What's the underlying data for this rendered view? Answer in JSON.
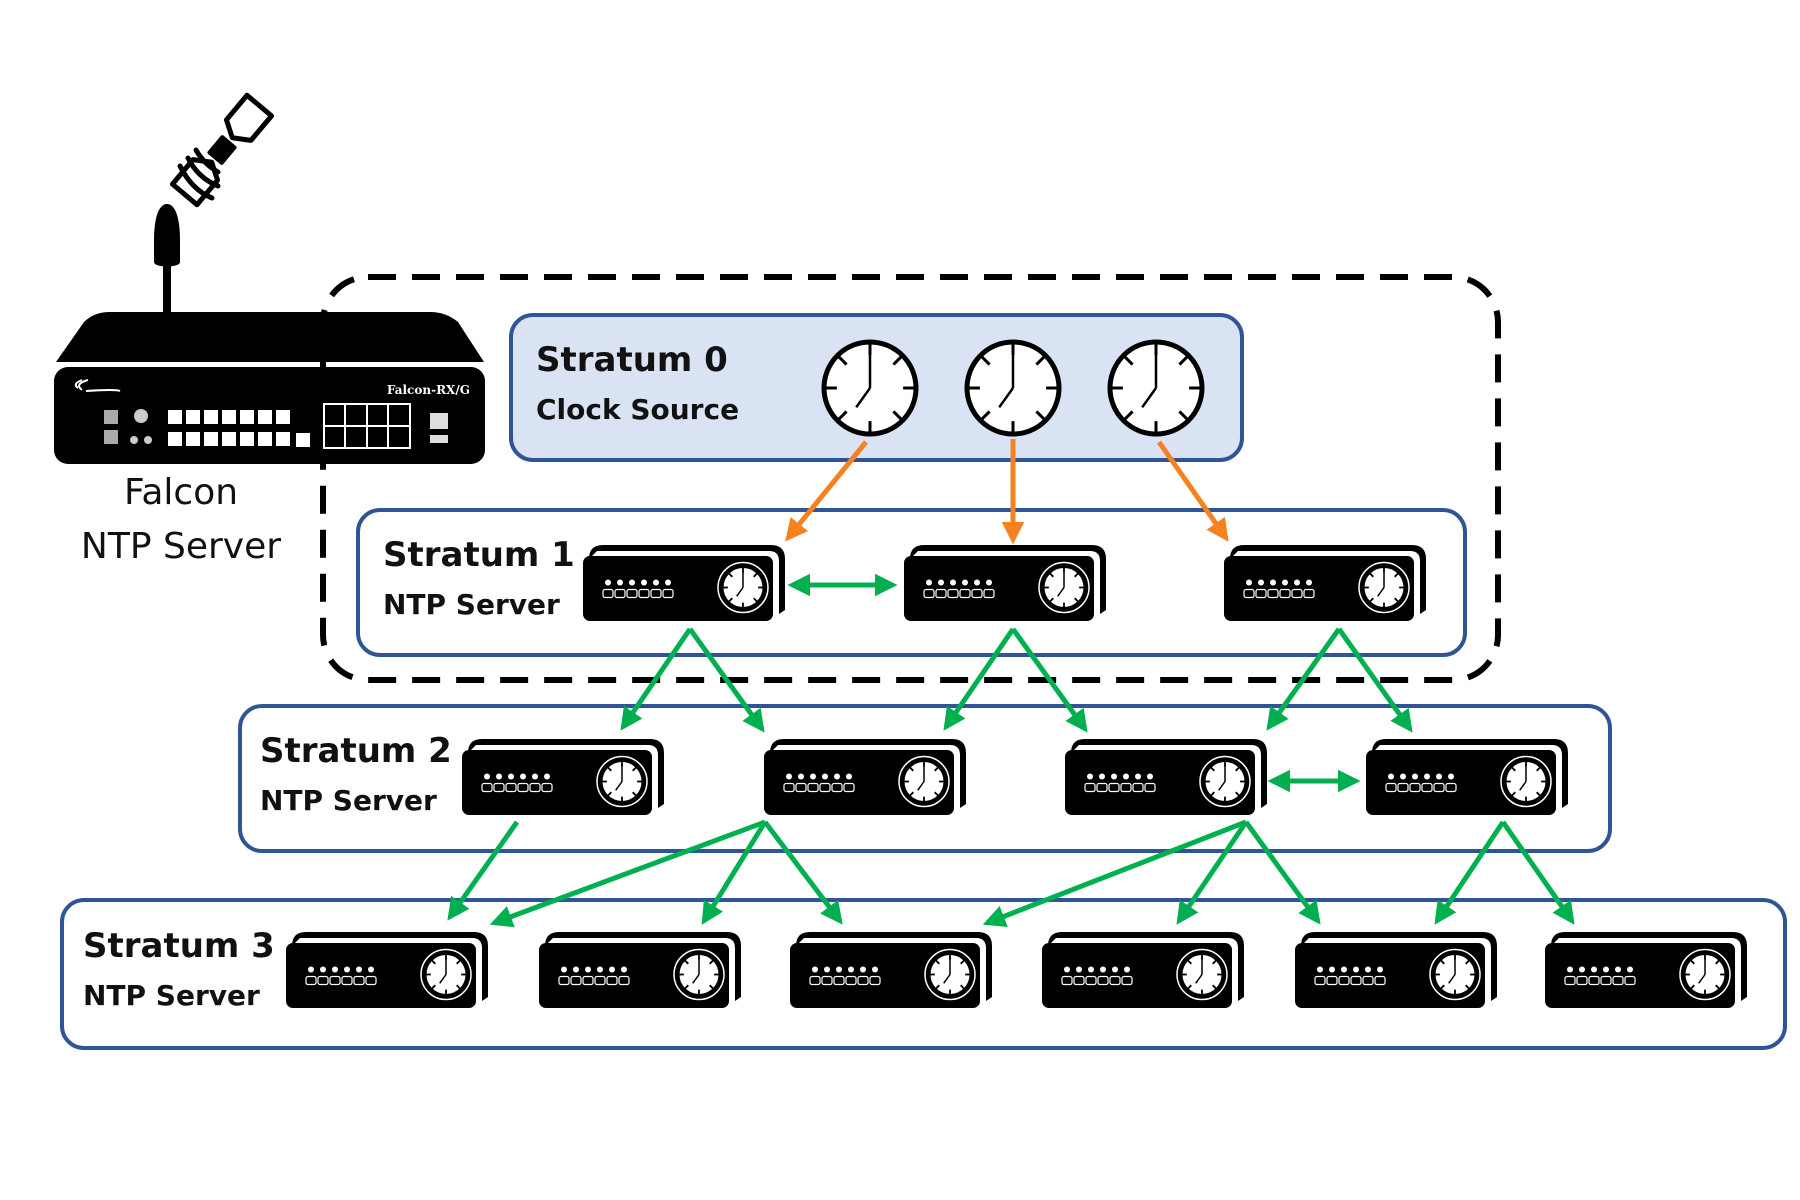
{
  "diagram": {
    "title": "NTP Stratum Hierarchy",
    "colors": {
      "box_border": "#2f5597",
      "stratum0_fill": "#dae3f3",
      "sync_arrow": "#00b050",
      "source_arrow": "#f5821f",
      "device": "#000000"
    },
    "falcon": {
      "line1": "Falcon",
      "line2": "NTP Server",
      "model": "Falcon-RX/G"
    },
    "strata": [
      {
        "level": 0,
        "title": "Stratum 0",
        "subtitle": "Clock Source",
        "device_type": "clock-icon",
        "device_count": 3
      },
      {
        "level": 1,
        "title": "Stratum 1",
        "subtitle": "NTP Server",
        "device_type": "ntp-server-icon",
        "device_count": 3
      },
      {
        "level": 2,
        "title": "Stratum 2",
        "subtitle": "NTP Server",
        "device_type": "ntp-server-icon",
        "device_count": 4
      },
      {
        "level": 3,
        "title": "Stratum 3",
        "subtitle": "NTP Server",
        "device_type": "ntp-server-icon",
        "device_count": 6
      }
    ],
    "links": {
      "source": [
        [
          "s0-1",
          "s1-1"
        ],
        [
          "s0-2",
          "s1-2"
        ],
        [
          "s0-3",
          "s1-3"
        ]
      ],
      "sync": [
        [
          "s1-1",
          "s2-1"
        ],
        [
          "s1-1",
          "s2-2"
        ],
        [
          "s1-2",
          "s2-2"
        ],
        [
          "s1-2",
          "s2-3"
        ],
        [
          "s1-3",
          "s2-3"
        ],
        [
          "s1-3",
          "s2-4"
        ],
        [
          "s2-1",
          "s3-1"
        ],
        [
          "s2-2",
          "s3-1"
        ],
        [
          "s2-2",
          "s3-2"
        ],
        [
          "s2-2",
          "s3-3"
        ],
        [
          "s2-3",
          "s3-3"
        ],
        [
          "s2-3",
          "s3-4"
        ],
        [
          "s2-3",
          "s3-5"
        ],
        [
          "s2-4",
          "s3-5"
        ],
        [
          "s2-4",
          "s3-6"
        ]
      ],
      "peer": [
        [
          "s1-1",
          "s1-2"
        ],
        [
          "s2-3",
          "s2-4"
        ]
      ]
    }
  }
}
